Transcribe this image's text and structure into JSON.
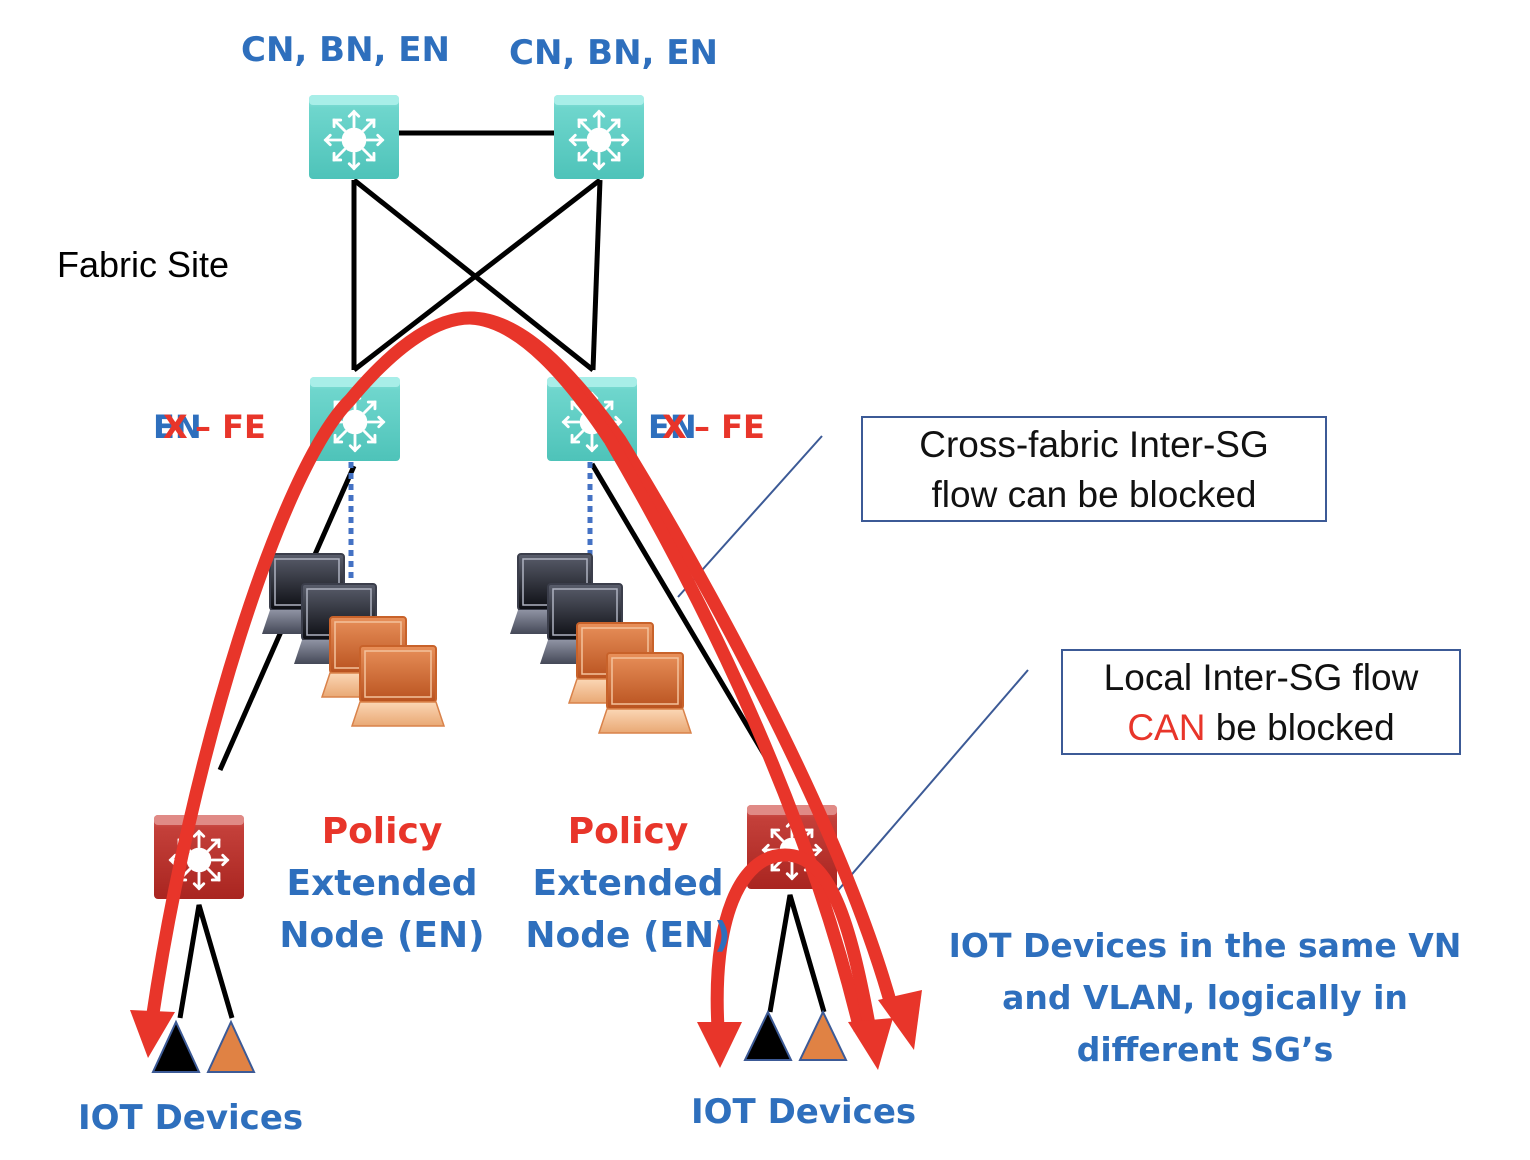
{
  "diagram": {
    "title": "Policy Extended Node – IOT Devices Inter-SG flows",
    "colors": {
      "label_blue": "#2e6fbd",
      "label_red": "#e8352a",
      "switch_teal": "#5fd3c9",
      "switch_red": "#b8322c",
      "flow_red": "#e8352a",
      "link_black": "#000000",
      "callout_border": "#3c5a96",
      "dotted_link": "#4472c4",
      "laptop_dark": "#2c2f3a",
      "laptop_orange": "#d6743a",
      "device_orange": "#e08244"
    },
    "labels": {
      "top_left_switch": "CN,  BN, EN",
      "top_right_switch": "CN,  BN, EN",
      "fabric_site": "Fabric Site",
      "left_edge_struck": "EN",
      "left_edge_strike_mark": "X",
      "left_edge_new": "– FE",
      "right_edge_struck": "EN",
      "right_edge_strike_mark": "X",
      "right_edge_new": "– FE",
      "pen_left": {
        "line1": "Policy",
        "line2": "Extended",
        "line3": "Node (EN)"
      },
      "pen_right": {
        "line1": "Policy",
        "line2": "Extended",
        "line3": "Node (EN)"
      },
      "iot_left": "IOT Devices",
      "iot_right": "IOT Devices",
      "iot_note": {
        "line1": "IOT Devices in the same VN",
        "line2": "and VLAN, logically in",
        "line3": "different SG’s"
      }
    },
    "callouts": {
      "cross_fabric": {
        "line1": "Cross-fabric Inter-SG",
        "line2": "flow can be blocked"
      },
      "local": {
        "line1_a": "Local Inter-SG flow",
        "line2_highlight": "CAN",
        "line2_rest": " be blocked"
      }
    },
    "nodes": [
      {
        "id": "cn-bn-en-left",
        "type": "layer3-switch",
        "color": "teal"
      },
      {
        "id": "cn-bn-en-right",
        "type": "layer3-switch",
        "color": "teal"
      },
      {
        "id": "fe-left",
        "type": "layer3-switch",
        "color": "teal"
      },
      {
        "id": "fe-right",
        "type": "layer3-switch",
        "color": "teal"
      },
      {
        "id": "pen-left",
        "type": "layer3-switch",
        "color": "red"
      },
      {
        "id": "pen-right",
        "type": "layer3-switch",
        "color": "red"
      }
    ],
    "icons": {
      "switch": "router-arrows-icon",
      "laptop": "laptop-icon",
      "iot": "triangle-device-icon"
    }
  }
}
